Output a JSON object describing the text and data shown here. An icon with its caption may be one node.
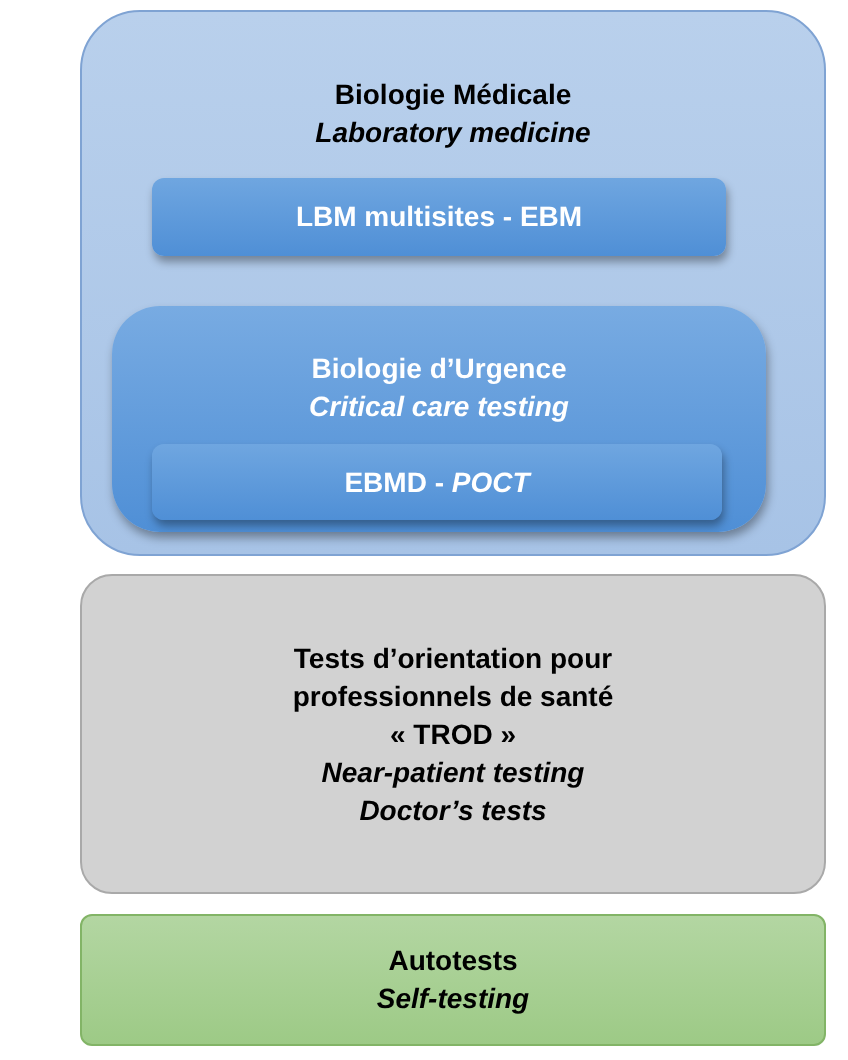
{
  "diagram": {
    "nodes": [
      {
        "text": [
          "Biologie Médicale",
          "Laboratory medicine"
        ]
      },
      {
        "text": [
          "LBM multisites - EBM"
        ],
        "in": 0
      },
      {
        "text": [
          "Biologie d’Urgence",
          "Critical care testing"
        ],
        "in": 0
      },
      {
        "text": [
          "EBMD - *POCT*"
        ],
        "in": 2
      },
      {
        "text": [
          "Tests d’orientation pour professionnels de santé",
          "« TROD »",
          "Near-patient testing",
          "Doctor’s tests"
        ]
      },
      {
        "text": [
          "Autotests",
          "Self-testing"
        ]
      }
    ]
  }
}
